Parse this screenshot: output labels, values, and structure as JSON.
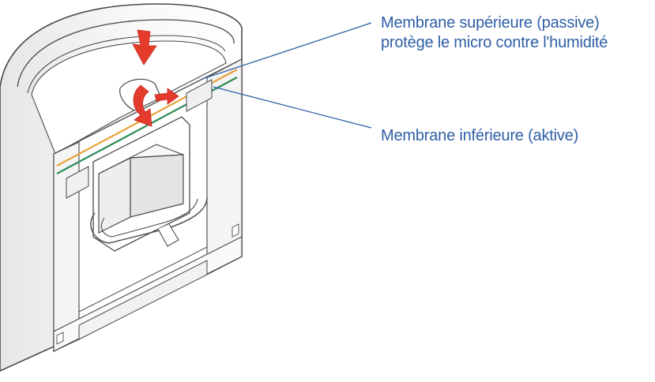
{
  "labels": {
    "upper_line1": "Membrane supérieure (passive)",
    "upper_line2": "protège le micro contre l'humidité",
    "lower": "Membrane inférieure (aktive)"
  },
  "colors": {
    "label_text": "#2f5fa7",
    "leader_line": "#2f5fa7",
    "outline": "#4a4a4a",
    "upper_membrane": "#e8a33c",
    "lower_membrane": "#2e8b57",
    "arrow": "#e53b2c"
  }
}
